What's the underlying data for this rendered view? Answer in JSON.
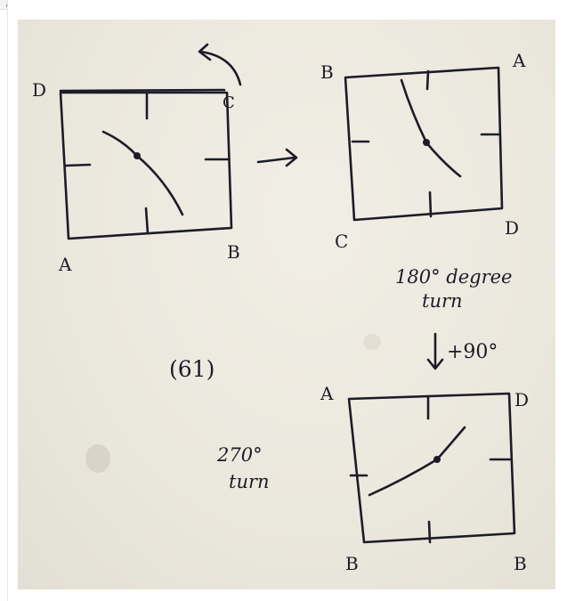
{
  "figure": {
    "clock1": {
      "corners": {
        "top_left": "D",
        "top_right": "C",
        "bottom_left": "A",
        "bottom_right": "B"
      }
    },
    "clock2": {
      "corners": {
        "top_left": "B",
        "top_right": "A",
        "bottom_left": "C",
        "bottom_right": "D"
      }
    },
    "clock3": {
      "corners": {
        "top_left": "A",
        "top_right": "D",
        "bottom_left": "B",
        "bottom_right": "B"
      }
    },
    "arrow_between": "→",
    "rotation_arrow": "↶",
    "note_180": {
      "line1": "180° degree",
      "line2": "turn"
    },
    "down_arrow": "↓",
    "plus_90": "+90°",
    "question_number": "(61)",
    "note_270": {
      "line1": "270°",
      "line2": "turn"
    }
  }
}
